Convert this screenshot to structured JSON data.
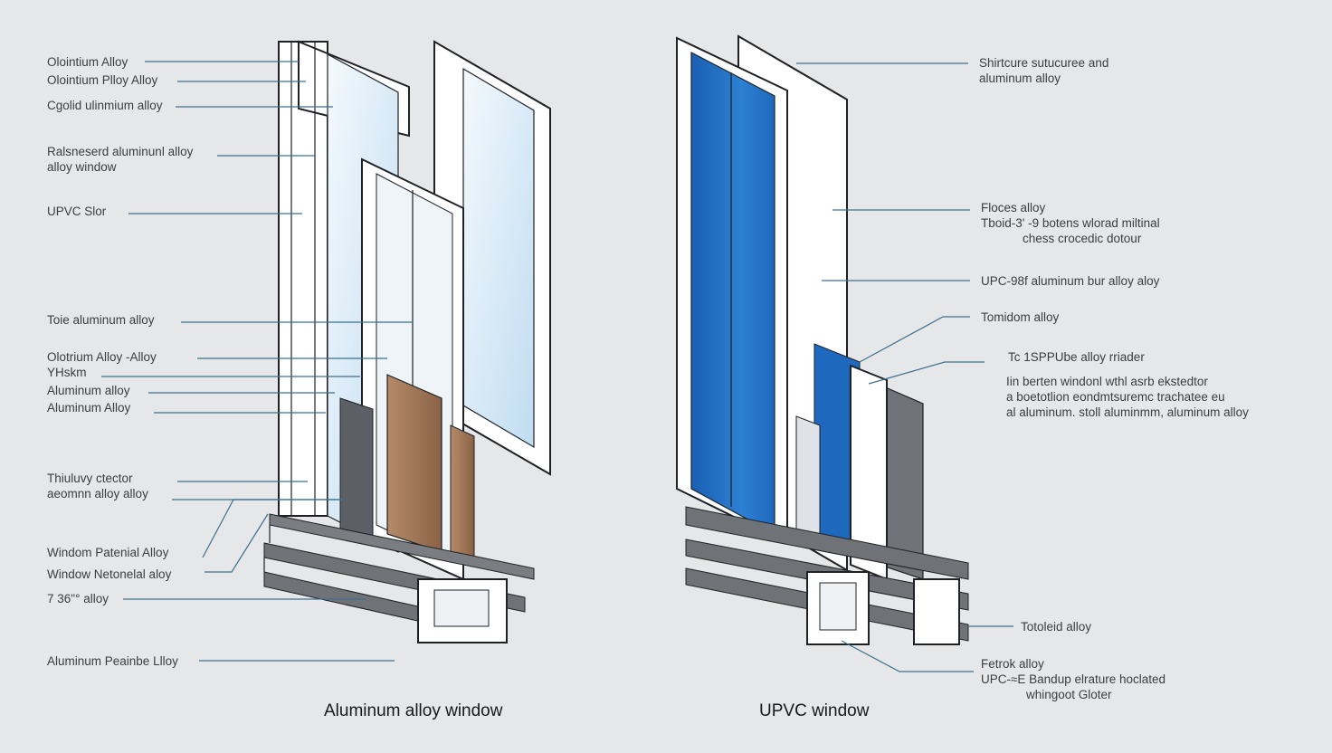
{
  "captions": {
    "left": "Aluminum alloy window",
    "right": "UPVC window"
  },
  "left_labels": [
    [
      "Olointium Alloy"
    ],
    [
      "Olointium Plloy Alloy"
    ],
    [
      "Cgolid ulinmium alloy"
    ],
    [
      "Ralsneserd aluminunl alloy",
      "alloy window"
    ],
    [
      "UPVC Slor"
    ],
    [
      "Toie aluminum alloy"
    ],
    [
      "Olotrium Alloy -Alloy",
      "YHskm"
    ],
    [
      "Aluminum alloy"
    ],
    [
      "Aluminum Alloy"
    ],
    [
      "Thiuluvy ctector",
      "aeomnn alloy alloy"
    ],
    [
      "Windom Patenial Alloy"
    ],
    [
      "Window Netonelal aloy"
    ],
    [
      "7 36\"°  alloy"
    ],
    [
      "Aluminum Peainbe Llloy"
    ]
  ],
  "right_labels": [
    [
      "Shirtcure sutucuree and",
      "aluminum alloy"
    ],
    [
      "Floces alloy",
      "Tboid-3' -9 botens wlorad miltinal",
      "chess crocedic dotour"
    ],
    [
      "UPC-98f aluminum bur alloy aloy"
    ],
    [
      "Tomidom alloy"
    ],
    [
      "Tc 1SPPUbe alloy rriader"
    ],
    [
      "Iin berten windonl wthl asrb ekstedtor",
      "a boetotlion eondmtsuremc trachatee eu",
      "al aluminum. stoll aluminmm, aluminum alloy"
    ],
    [
      "Totoleid alloy"
    ],
    [
      "Fetrok alloy",
      "UPC-≈E Bandup elrature hoclated",
      "whingoot Gloter"
    ]
  ],
  "colors": {
    "background": "#e6e7e9",
    "leader_line": "#3d6f8e",
    "glass_light": "#cfe6f5",
    "glass_blue": "#1f6fc4",
    "profile_grey": "#6f7378",
    "wood": "#a0765a"
  },
  "icons": []
}
